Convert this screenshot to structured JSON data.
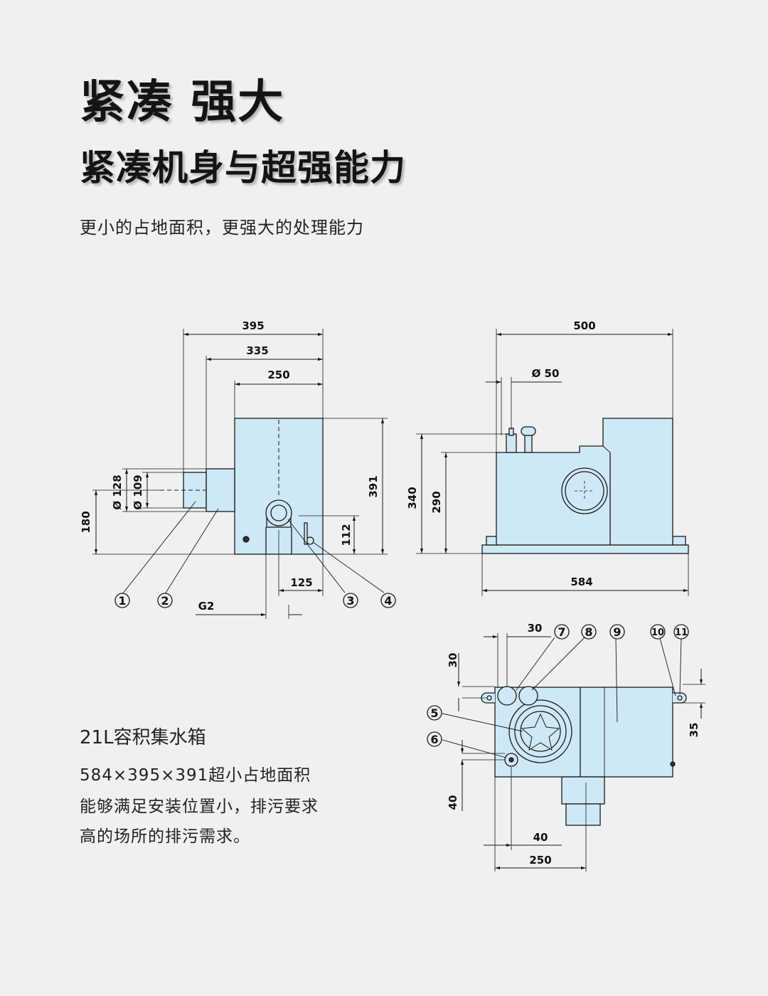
{
  "heading": {
    "title": "紧凑 强大",
    "subtitle_big": "紧凑机身与超强能力",
    "tagline": "更小的占地面积，更强大的处理能力"
  },
  "caption": {
    "title": "21L容积集水箱",
    "lines": [
      "584×395×391超小占地面积",
      "能够满足安装位置小，排污要求",
      "高的场所的排污需求。"
    ]
  },
  "side_view": {
    "dims": {
      "w395": "395",
      "w335": "335",
      "w250": "250",
      "h391": "391",
      "h180": "180",
      "d128": "Ø 128",
      "d109": "Ø 109",
      "h112": "112",
      "w125": "125",
      "g2": "G2"
    },
    "callouts": [
      "1",
      "2",
      "3",
      "4"
    ]
  },
  "front_view": {
    "dims": {
      "w500": "500",
      "d50": "Ø 50",
      "h340": "340",
      "h290": "290",
      "w584": "584"
    }
  },
  "top_view": {
    "dims": {
      "w30": "30",
      "h30": "30",
      "h35": "35",
      "h40": "40",
      "w40": "40",
      "w250": "250"
    },
    "callouts": [
      "5",
      "6",
      "7",
      "8",
      "9",
      "10",
      "11"
    ]
  },
  "colors": {
    "body_fill": "#cfe8f5",
    "line": "#1a1a1a",
    "background": "#eef0f1"
  }
}
